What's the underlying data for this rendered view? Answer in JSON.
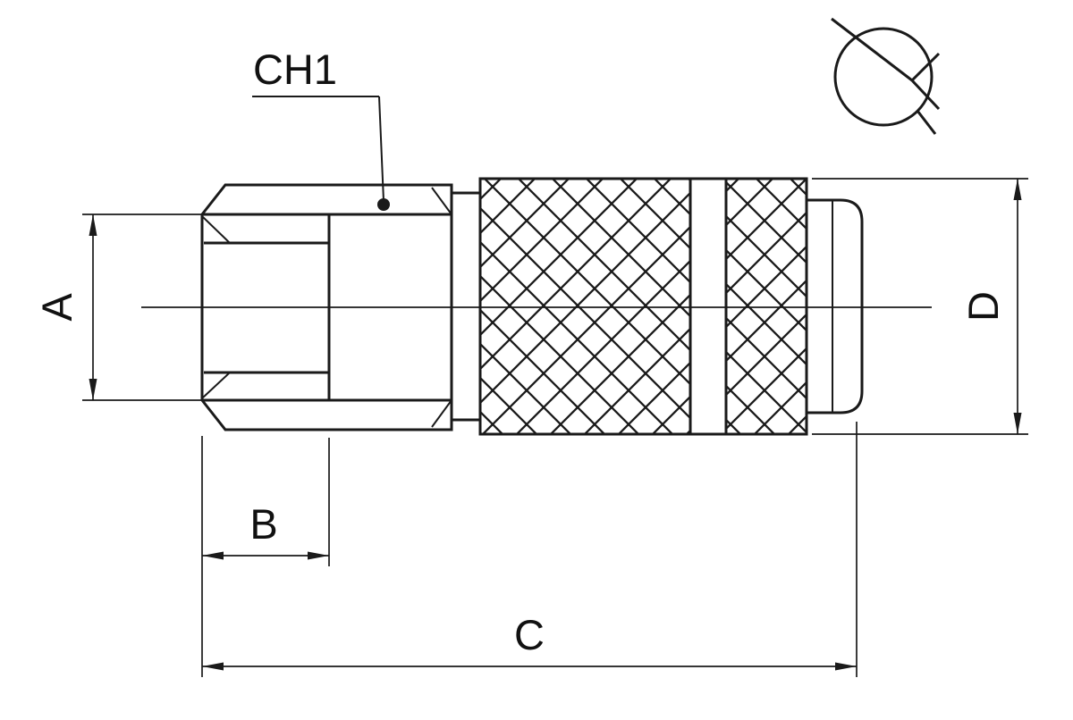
{
  "drawing": {
    "labels": {
      "dim_a": "A",
      "dim_b": "B",
      "dim_c": "C",
      "dim_d": "D",
      "chamfer_callout": "CH1"
    },
    "colors": {
      "line": "#1a1a1a",
      "text": "#111111",
      "background": "#ffffff"
    },
    "icons": {
      "check_valve": "check-valve-symbol"
    }
  }
}
